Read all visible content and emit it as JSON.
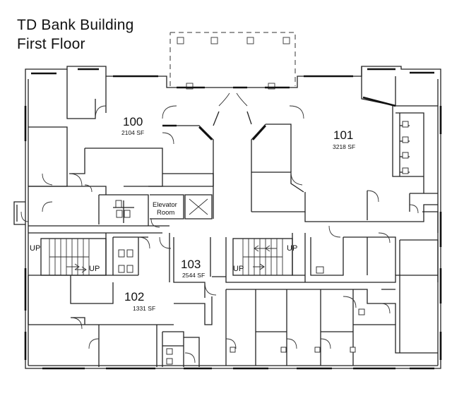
{
  "title": {
    "line1": "TD Bank Building",
    "line2": "First Floor"
  },
  "suites": [
    {
      "number": "100",
      "area": "2104 SF"
    },
    {
      "number": "101",
      "area": "3218 SF"
    },
    {
      "number": "102",
      "area": "1331 SF"
    },
    {
      "number": "103",
      "area": "2544 SF"
    }
  ],
  "labels": {
    "elevator_line1": "Elevator",
    "elevator_line2": "Room",
    "up": "UP"
  },
  "colors": {
    "line": "#222222",
    "background": "#ffffff"
  }
}
